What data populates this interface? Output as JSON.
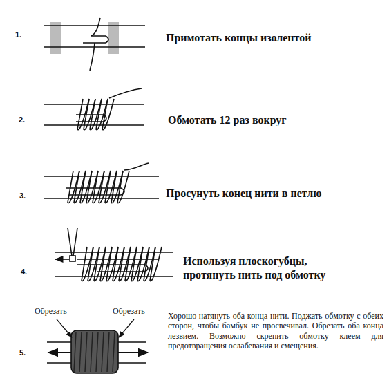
{
  "diagram": {
    "labels": [
      "1.",
      "Примотать концы изолентой",
      "2.",
      "Обмотать 12 раз вокруг",
      "3.",
      "Просунуть конец нити в петлю",
      "4.",
      "Используя плоскогубцы, протянуть нить под обмотку",
      "5.",
      "Обрезать",
      "Обрезать",
      "Хорошо натянуть оба конца нити. Поджать обмотку с обеих сторон, чтобы бамбук не просвечивал. Обрезать оба конца лезвием. Возможно скрепить обмотку клеем для предотвращения ослабевания и смещения."
    ]
  }
}
